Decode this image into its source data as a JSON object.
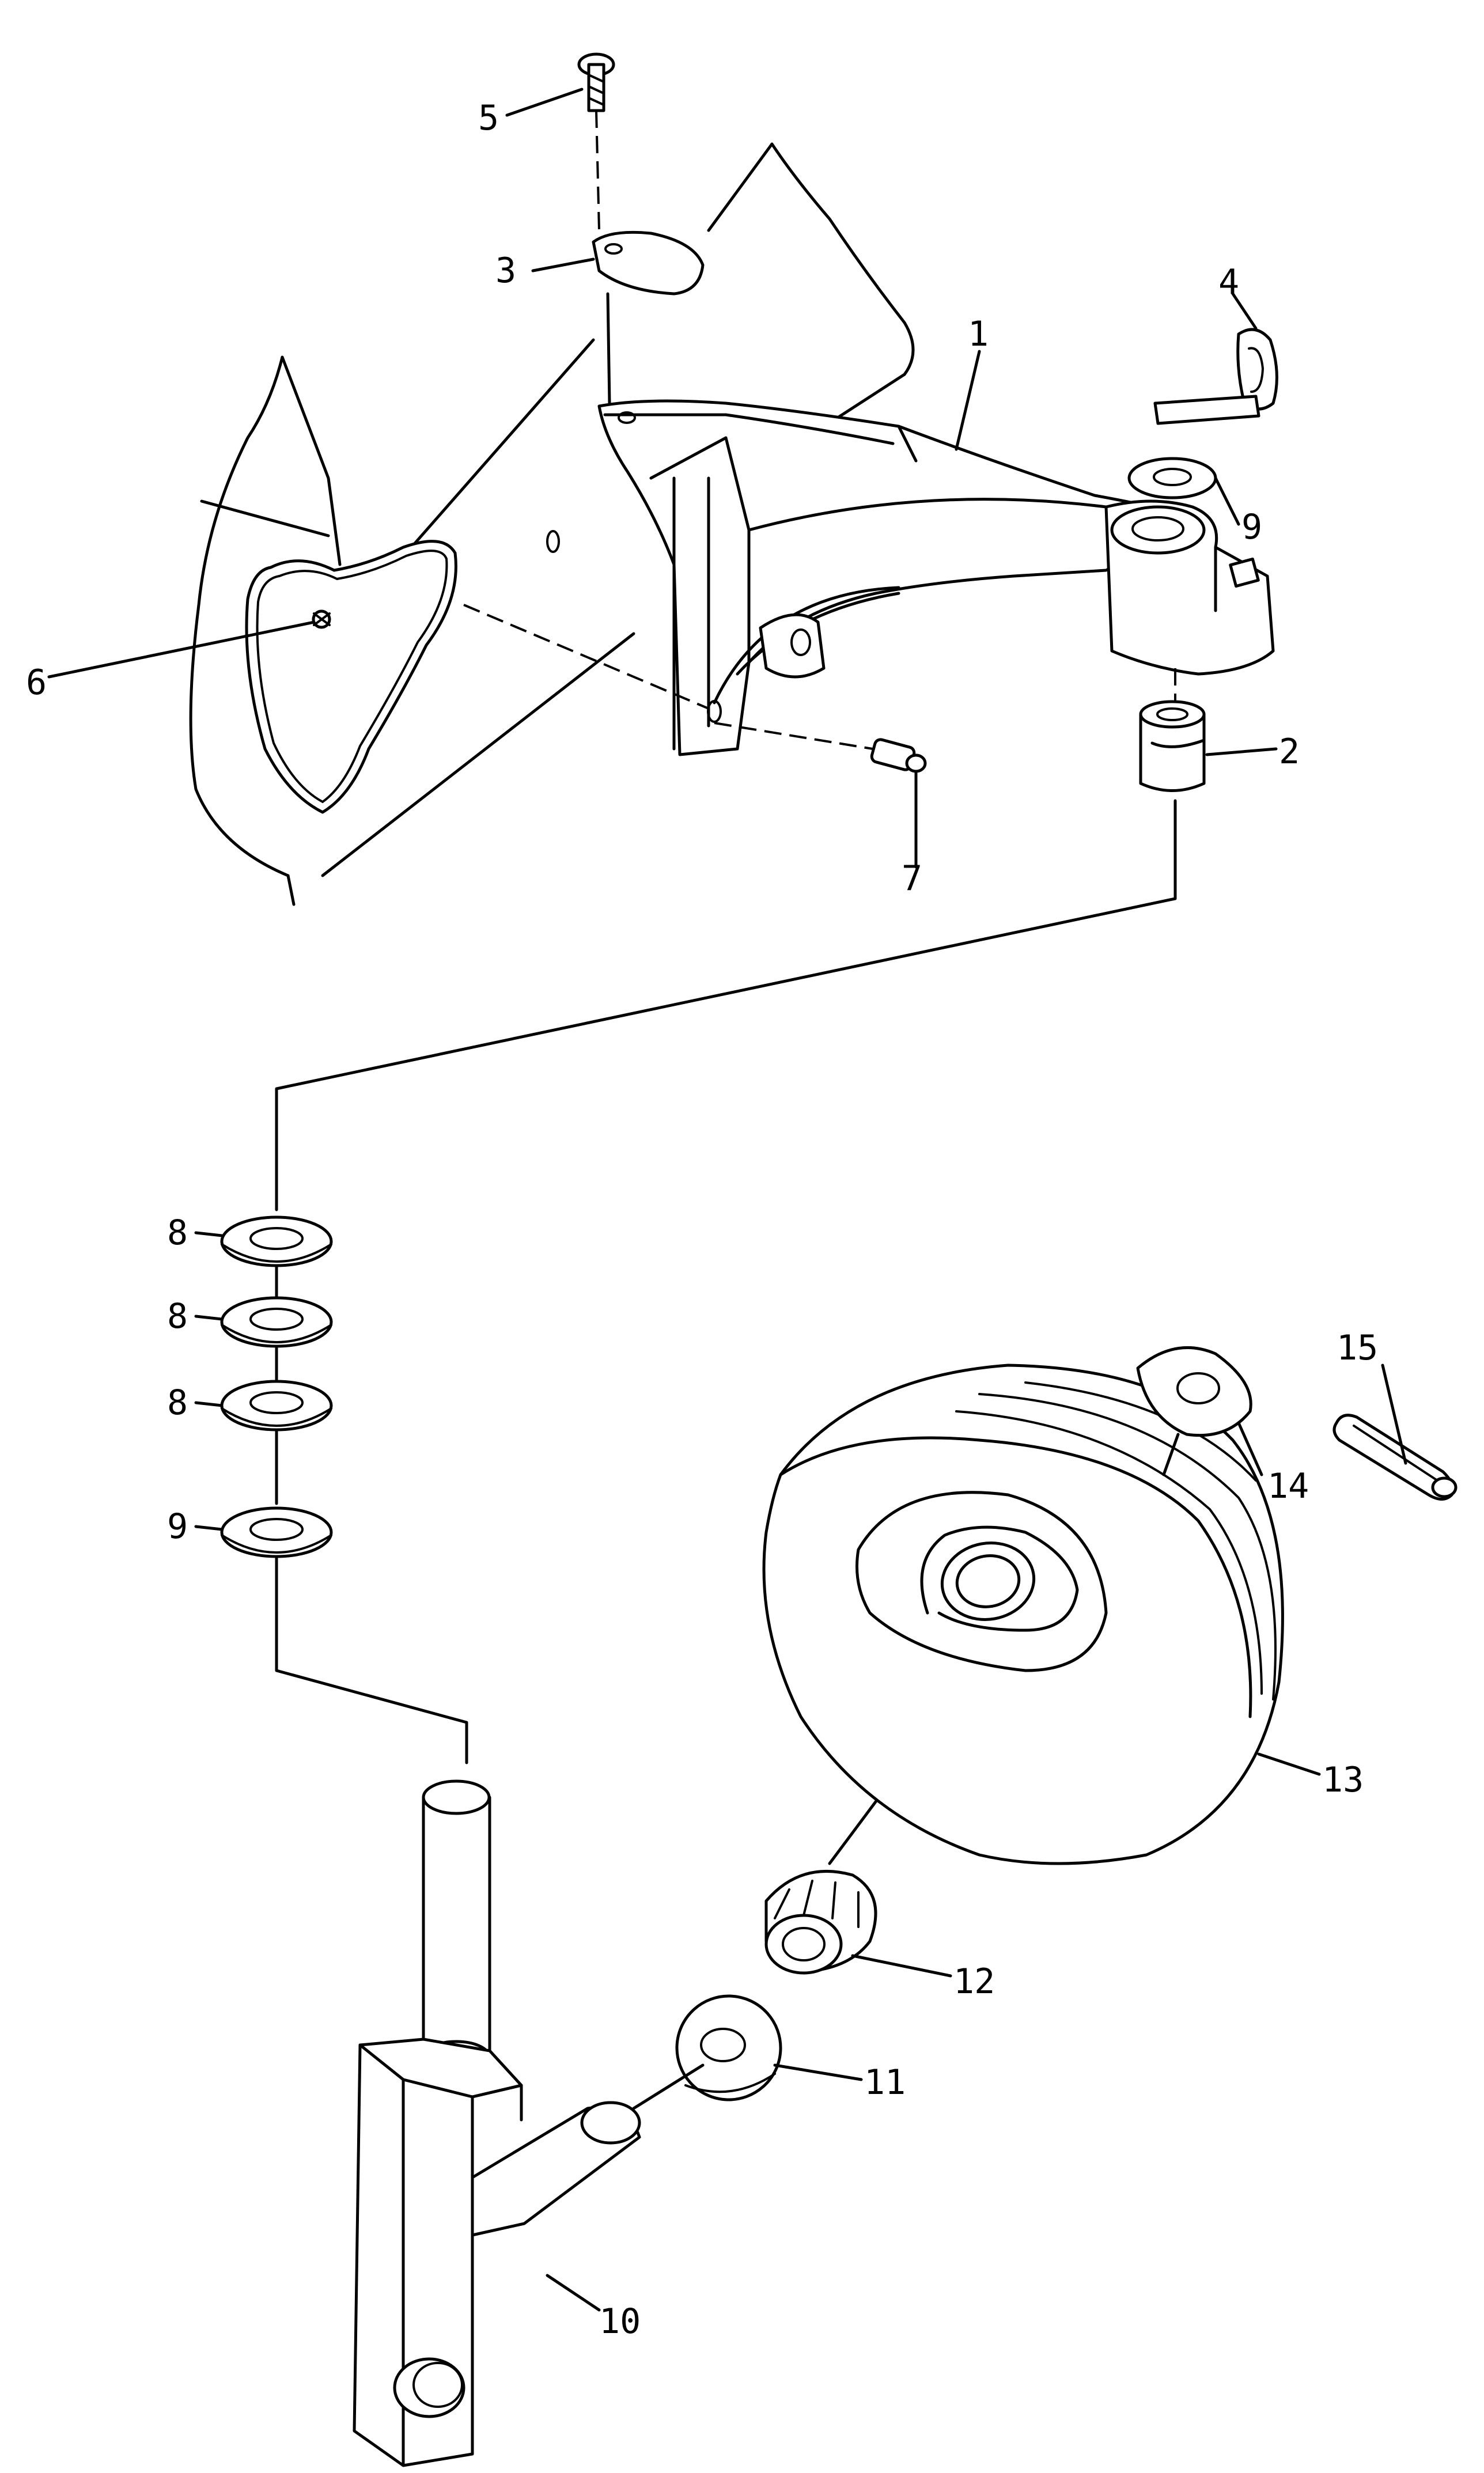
{
  "callouts": [
    {
      "id": "c1",
      "label": "1"
    },
    {
      "id": "c2",
      "label": "2"
    },
    {
      "id": "c3",
      "label": "3"
    },
    {
      "id": "c4",
      "label": "4"
    },
    {
      "id": "c5",
      "label": "5"
    },
    {
      "id": "c6",
      "label": "6"
    },
    {
      "id": "c7",
      "label": "7"
    },
    {
      "id": "c8a",
      "label": "8"
    },
    {
      "id": "c8b",
      "label": "8"
    },
    {
      "id": "c8c",
      "label": "8"
    },
    {
      "id": "c9a",
      "label": "9"
    },
    {
      "id": "c9b",
      "label": "9"
    },
    {
      "id": "c10",
      "label": "10"
    },
    {
      "id": "c11",
      "label": "11"
    },
    {
      "id": "c12",
      "label": "12"
    },
    {
      "id": "c13",
      "label": "13"
    },
    {
      "id": "c14",
      "label": "14"
    },
    {
      "id": "c15",
      "label": "15"
    }
  ]
}
